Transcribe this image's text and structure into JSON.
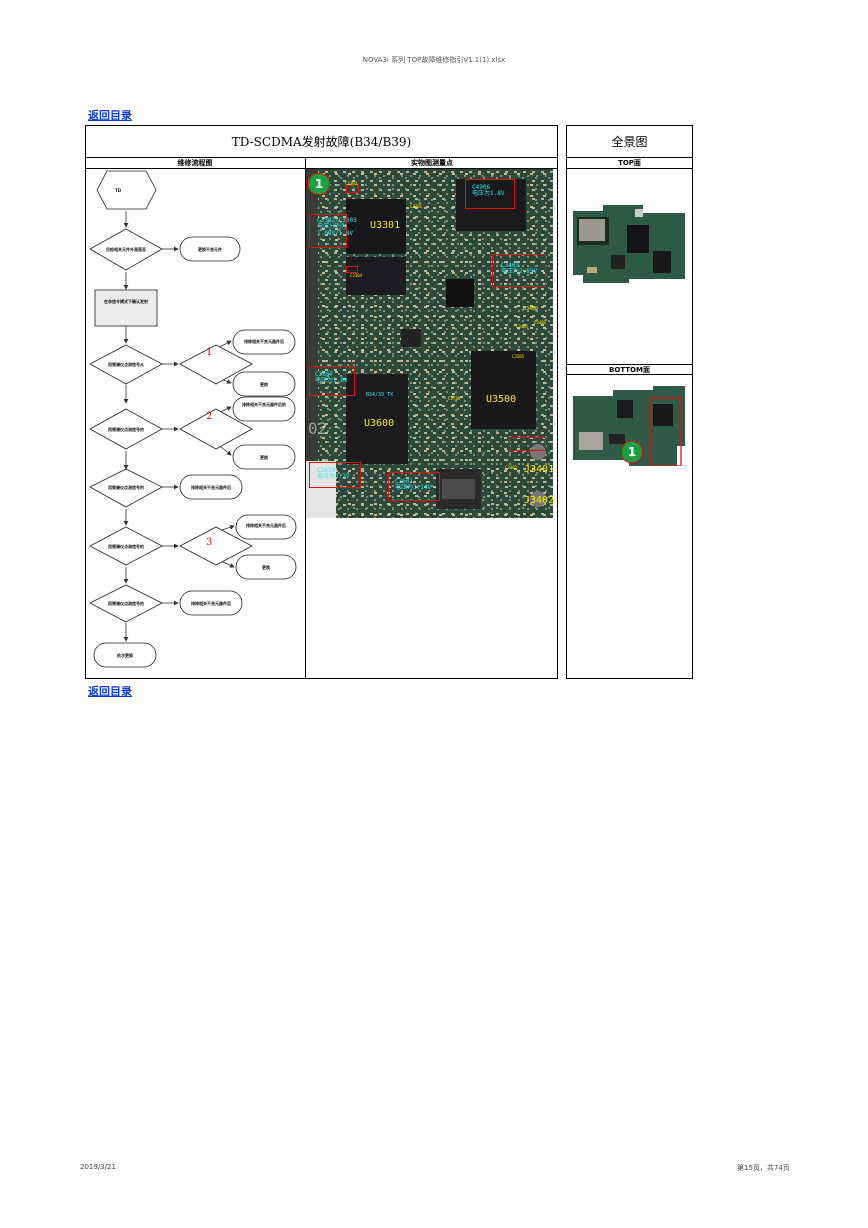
{
  "page": {
    "header": "NOVA3i 系列 TOP故障维修指引V1.1(1).xlsx",
    "back_link_top": "返回目录",
    "back_link_bottom": "返回目录",
    "footer_date": "2019/3/21",
    "footer_page": "第15页，共74页"
  },
  "main": {
    "title": "TD-SCDMA发射故障(B34/B39)",
    "flow_header": "维修流程图",
    "photo_header": "实物图测量点"
  },
  "side": {
    "title": "全景图",
    "top_label": "TOP面",
    "bottom_label": "BOTTOM面",
    "bottom_badge": "1"
  },
  "flow": {
    "start": "TD",
    "d1": "目检相关元件外观是否",
    "r1": "更换不良元件",
    "p1": "在非信令模式下确认发射",
    "d2": "用频谱仪点测信号从",
    "n1": "1",
    "r2a": "排除相关不良元器件后",
    "r2b": "更换",
    "d3": "用频谱仪点测信号的",
    "n2": "2",
    "r3a": "排除相关不良元器件后依",
    "r3b": "更换",
    "d4": "用频谱仪点测信号的",
    "r4": "排除相关不良元器件后",
    "d5": "用频谱仪点测信号的",
    "n3": "3",
    "r5a": "排除相关不良元器件后",
    "r5b": "更换",
    "d6": "用频谱仪点测信号的",
    "r6": "排除相关不良元器件后",
    "end": "依次更换"
  },
  "board": {
    "badge": "1",
    "u3301": "U3301",
    "u3500": "U3500",
    "u3600": "U3600",
    "j3401": "J3401",
    "j3402": "J3402",
    "c3303": "C3303",
    "c3304": "C3304",
    "l3301": "L3301",
    "c3302_note": "C3302/C3303\n电压分别为\n1.09V/1.8V",
    "c4906_note": "C4906\n电压为1.8V",
    "c3403_note": "C3403\n电压为2.85V",
    "u3400": "U3400",
    "c3406": "C3406",
    "c3405": "C3405",
    "c3505": "C3505",
    "c3607_note": "C3607\n电压为1.8V",
    "b34_tx": "B34/39_TX",
    "c3723": "C3723",
    "c3610_note": "C3610\n电压为3.3V",
    "c3601_note": "C3601\n电压为3.14V",
    "c3402": "C3402",
    "pcb_code": "02"
  }
}
